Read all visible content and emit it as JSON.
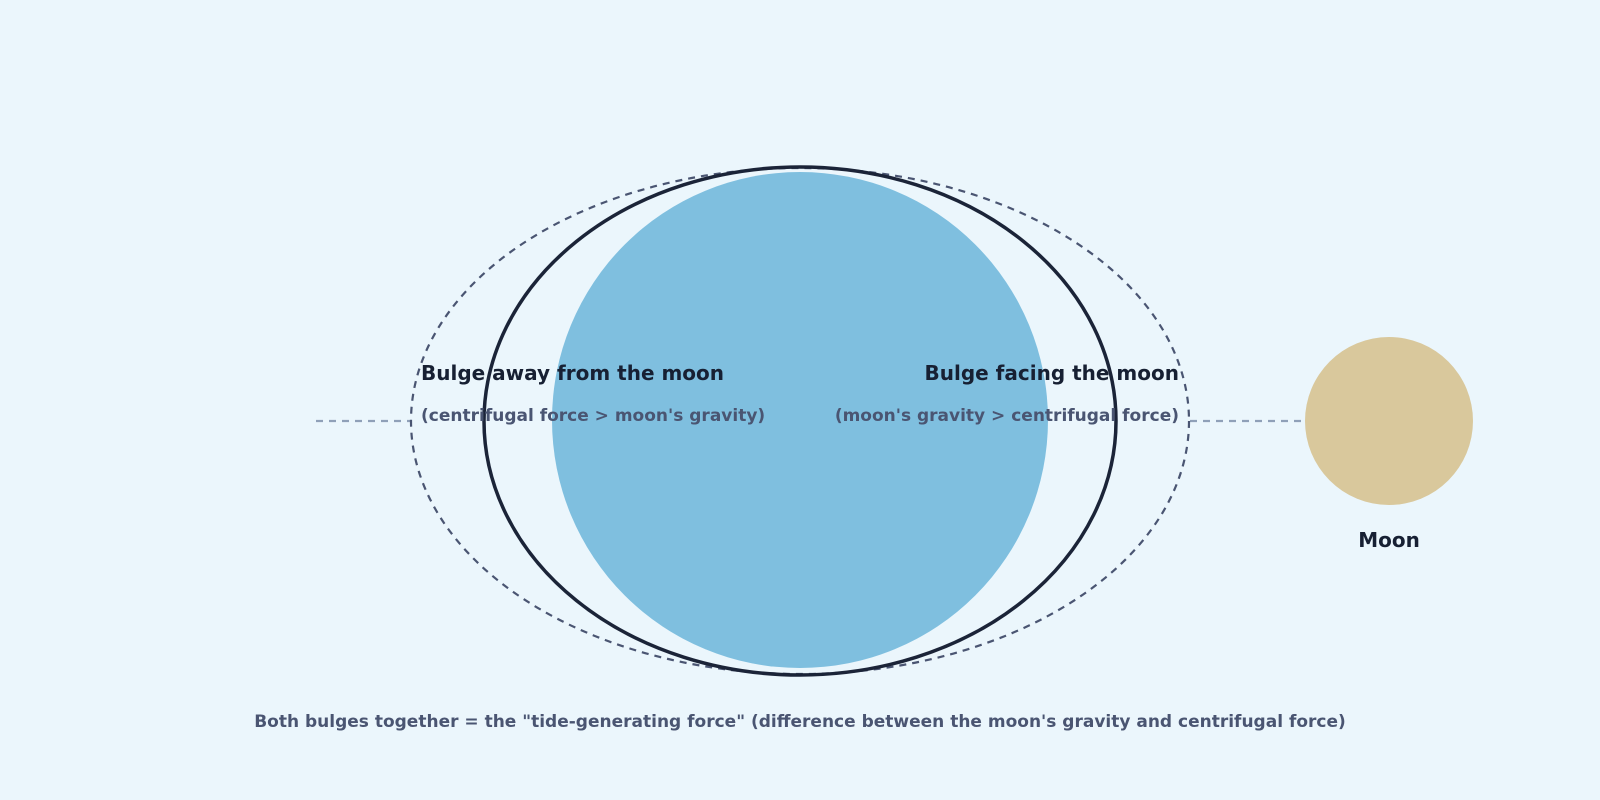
{
  "labels": {
    "bulge_away_title": "Bulge away from the moon",
    "bulge_away_sub": "(centrifugal force > moon's gravity)",
    "bulge_facing_title": "Bulge facing the moon",
    "bulge_facing_sub": "(moon's gravity > centrifugal force)",
    "moon": "Moon",
    "caption": "Both bulges together = the \"tide-generating force\" (difference between the moon's gravity and centrifugal force)"
  },
  "colors": {
    "background": "#ebf6fc",
    "earth": "#7fbfdf",
    "moon": "#d9c89c",
    "outline": "#1b2438",
    "dashed_outline": "#4a5572",
    "axis_line": "#8fa0b8",
    "title_text": "#172033",
    "sub_text": "#4a5572"
  }
}
